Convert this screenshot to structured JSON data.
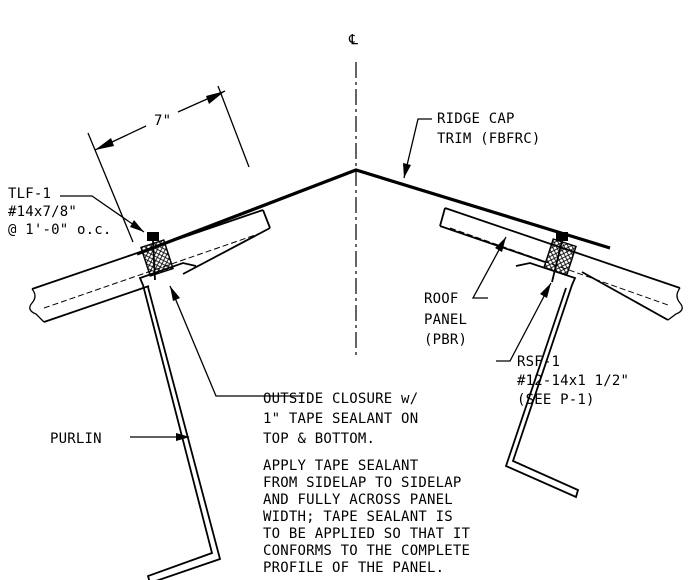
{
  "centerline_symbol": "℄",
  "dimension": {
    "value": "7\""
  },
  "callouts": {
    "ridge_cap": [
      "RIDGE CAP",
      "TRIM (FBFRC)"
    ],
    "tlf": [
      "TLF-1",
      "#14x7/8\"",
      "@ 1'-0\" o.c."
    ],
    "roof_panel": [
      "ROOF",
      "PANEL",
      "(PBR)"
    ],
    "rsf": [
      "RSF-1",
      "#12-14x1 1/2\"",
      "(SEE P-1)"
    ],
    "purlin": "PURLIN",
    "closure": [
      "OUTSIDE CLOSURE w/",
      "1\" TAPE SEALANT ON",
      "TOP & BOTTOM."
    ],
    "note": [
      "APPLY TAPE SEALANT",
      "FROM SIDELAP TO SIDELAP",
      "AND FULLY ACROSS PANEL",
      "WIDTH; TAPE SEALANT IS",
      "TO BE APPLIED SO THAT IT",
      "CONFORMS TO THE COMPLETE",
      "PROFILE OF THE PANEL."
    ]
  }
}
